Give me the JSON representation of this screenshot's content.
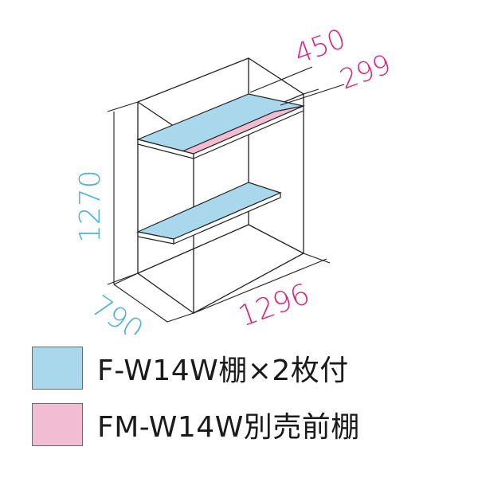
{
  "dimensions": {
    "depth_total": "450",
    "depth_shelf": "299",
    "height": "1270",
    "depth": "790",
    "width": "1296"
  },
  "legend": [
    {
      "label": "F-W14W棚×2枚付",
      "color": "#a9d8ec"
    },
    {
      "label": "FM-W14W別売前棚",
      "color": "#f2bcd2"
    }
  ],
  "colors": {
    "dimension_text": "#e0207d",
    "dimension_text_alt": "#4fb0de",
    "frame_line": "#222222",
    "shelf_blue": "#a9d8ec",
    "shelf_pink": "#f2bcd2"
  }
}
